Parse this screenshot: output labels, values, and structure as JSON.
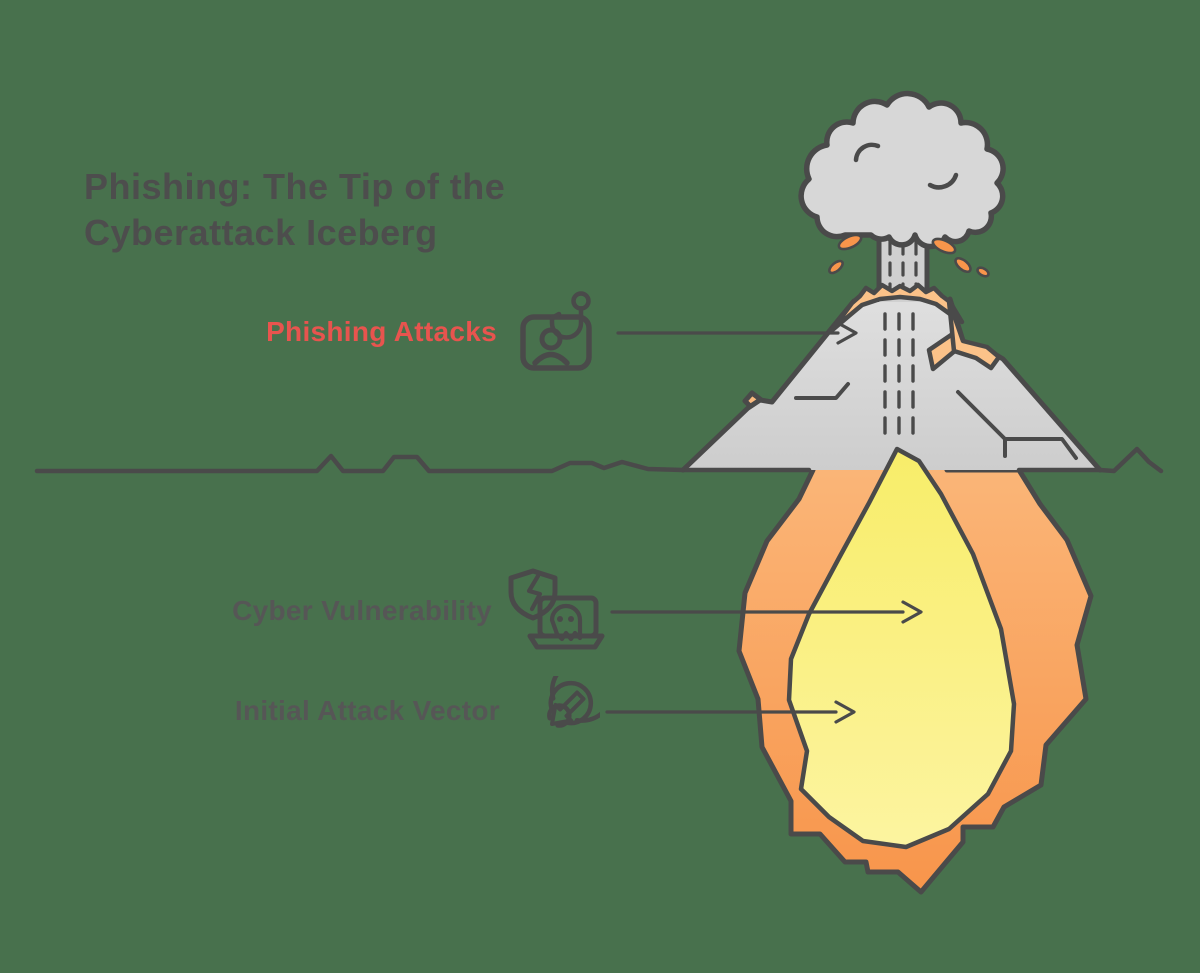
{
  "title": "Phishing: The Tip of the Cyberattack Iceberg",
  "labels": {
    "phishing": {
      "text": "Phishing Attacks",
      "icon": "phishing-hook-card-icon"
    },
    "vulnerability": {
      "text": "Cyber Vulnerability",
      "icon": "shield-laptop-ghost-icon"
    },
    "attack_vector": {
      "text": "Initial Attack Vector",
      "icon": "target-arrow-icon"
    }
  },
  "diagram": {
    "type": "volcano-iceberg-infographic",
    "metaphor": "volcano cross-section: visible eruption above ground, large magma chamber hidden below",
    "above_surface_item": "Phishing Attacks",
    "below_surface_items": [
      "Cyber Vulnerability",
      "Initial Attack Vector"
    ]
  },
  "colors": {
    "bg": "#48714D",
    "outline": "#4A4A4A",
    "title_text": "#4D4D4D",
    "label_text": "#565656",
    "label_red": "#E8544E",
    "cloud_fill": "#D7D7D7",
    "column_fill": "#D0D0D0",
    "mountain_fill": "#DFDFDF",
    "mountain_fill_deep": "#CDCDCD",
    "lava_orange": "#FBC289",
    "lava_orange_deep": "#F8954B",
    "magma_yellow": "#F8ED69",
    "magma_yellow_pale": "#FCF4A0"
  }
}
